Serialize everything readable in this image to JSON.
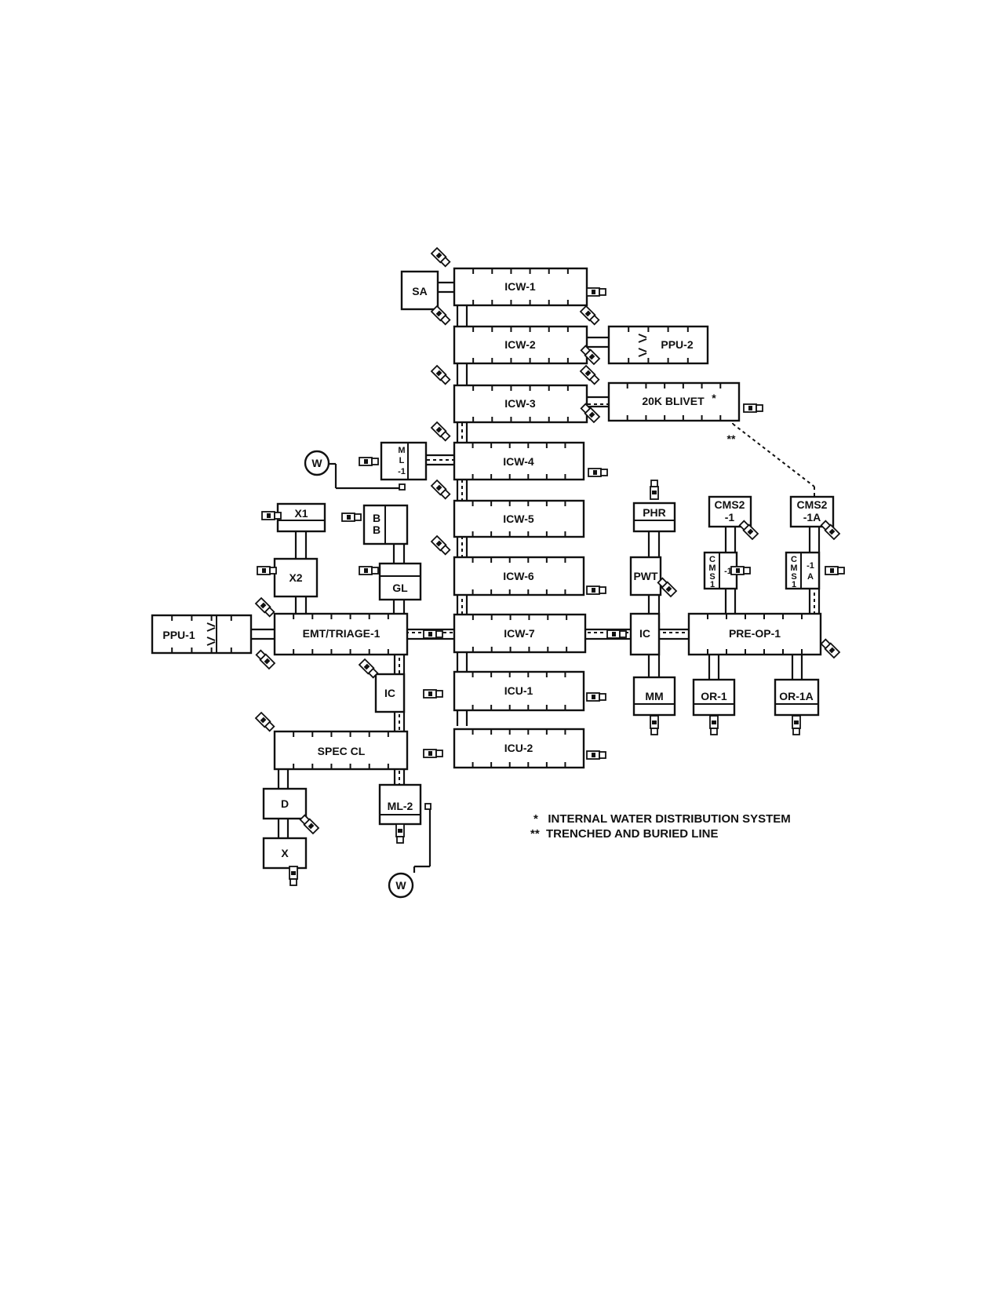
{
  "labels": {
    "sa": "SA",
    "icw1": "ICW-1",
    "icw2": "ICW-2",
    "ppu2": "PPU-2",
    "icw3": "ICW-3",
    "blivet": "20K BLIVET",
    "blivet_mark": "*",
    "trench_mark": "**",
    "icw4": "ICW-4",
    "ml1_a": "M",
    "ml1_b": "L",
    "ml1_c": "-1",
    "w1": "W",
    "x1": "X1",
    "bb_a": "B",
    "bb_b": "B",
    "icw5": "ICW-5",
    "phr": "PHR",
    "cms2_1_a": "CMS2",
    "cms2_1_b": "-1",
    "cms2_1a_a": "CMS2",
    "cms2_1a_b": "-1A",
    "x2": "X2",
    "gl": "GL",
    "icw6": "ICW-6",
    "pwt": "PWT",
    "cms1_v1": "C",
    "cms1_v2": "M",
    "cms1_v3": "S",
    "cms1_v4": "1",
    "cms1_r": "-1",
    "cms1a_v1": "C",
    "cms1a_v2": "M",
    "cms1a_v3": "S",
    "cms1a_v4": "1",
    "cms1a_r1": "-1",
    "cms1a_r2": "A",
    "ppu1": "PPU-1",
    "emt": "EMT/TRIAGE-1",
    "icw7": "ICW-7",
    "ic_right": "IC",
    "preop": "PRE-OP-1",
    "ic_left": "IC",
    "icu1": "ICU-1",
    "mm": "MM",
    "or1": "OR-1",
    "or1a": "OR-1A",
    "spec": "SPEC CL",
    "icu2": "ICU-2",
    "d": "D",
    "ml2": "ML-2",
    "x": "X",
    "w2": "W"
  },
  "legend": {
    "line1": "*   INTERNAL WATER DISTRIBUTION SYSTEM",
    "line2": "**  TRENCHED AND BURIED LINE"
  }
}
